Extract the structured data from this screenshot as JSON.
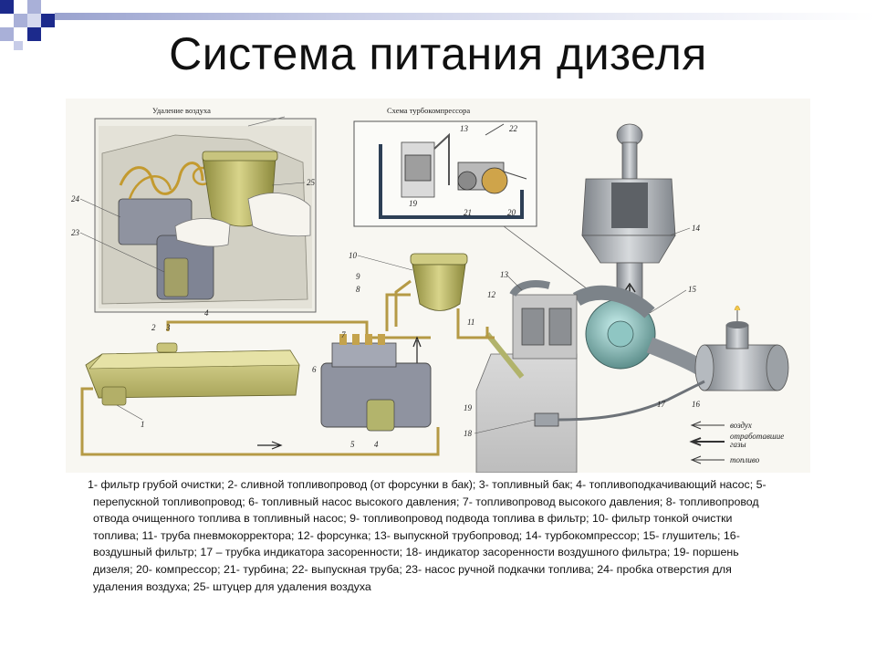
{
  "slide": {
    "title": "Система питания дизеля"
  },
  "figure": {
    "inset_left_title": "Удаление воздуха",
    "inset_right_title": "Схема турбокомпрессора",
    "callouts": [
      "1",
      "2",
      "3",
      "4",
      "5",
      "6",
      "7",
      "8",
      "9",
      "10",
      "11",
      "12",
      "13",
      "14",
      "15",
      "16",
      "17",
      "18",
      "19",
      "20",
      "21",
      "22",
      "23",
      "24",
      "25"
    ],
    "legend": {
      "air": "воздух",
      "exhaust_line1": "отработавшие",
      "exhaust_line2": "газы",
      "fuel": "топливо"
    }
  },
  "caption": {
    "lines": [
      "1- фильтр грубой очистки; 2- сливной топливопровод (от форсунки в бак); 3- топливный бак; 4- топливоподкачивающий насос; 5-",
      "перепускной топливопровод; 6- топливный насос высокого давления; 7- топливопровод высокого давления; 8- топливопровод",
      "отвода очищенного топлива в топливный насос; 9- топливопровод подвода топлива в фильтр; 10- фильтр тонкой очистки",
      "топлива; 11- труба пневмокорректора; 12- форсунка; 13- выпускной трубопровод; 14- турбокомпрессор; 15- глушитель; 16-",
      "воздушный фильтр; 17 – трубка индикатора засоренности; 18- индикатор засоренности воздушного фильтра; 19- поршень",
      "дизеля; 20- компрессор; 21- турбина; 22- выпускная труба; 23- насос ручной подкачки топлива; 24- пробка отверстия для",
      "удаления воздуха; 25- штуцер для удаления воздуха"
    ]
  },
  "colors": {
    "accent_dark": "#1c2a8c",
    "accent_light": "#a9b0d8",
    "tank": "#c9c57a",
    "metal": "#9ea3a8",
    "pipe": "#b59a45"
  }
}
